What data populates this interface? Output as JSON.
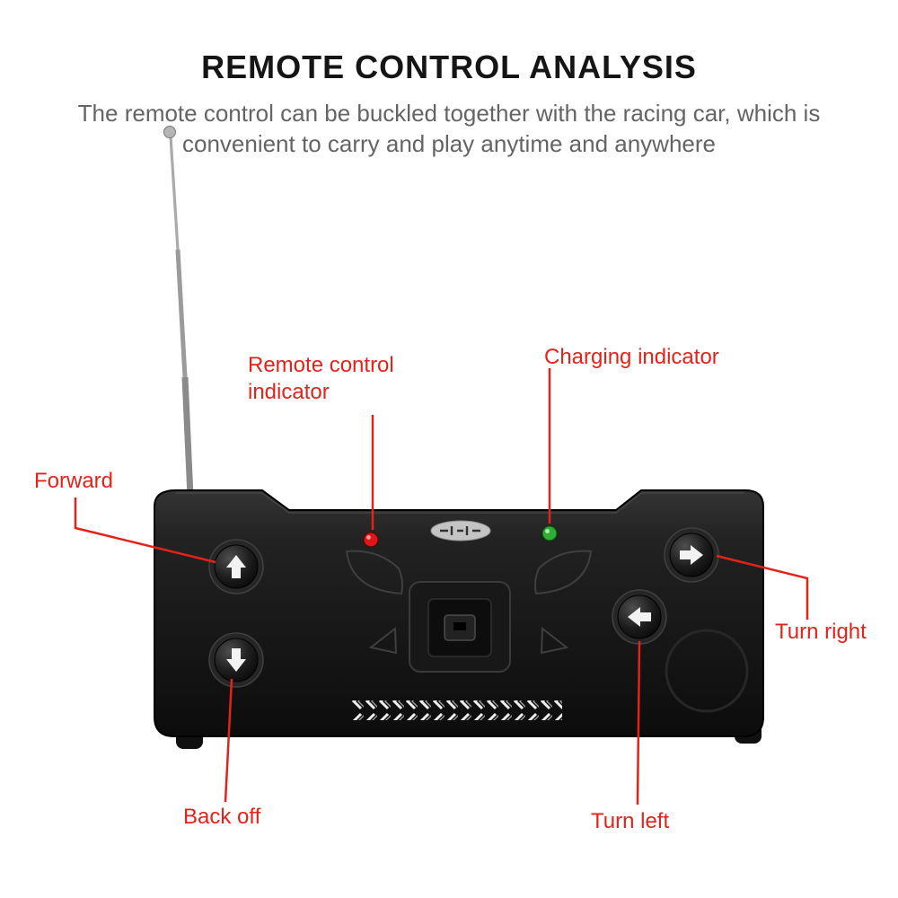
{
  "page": {
    "title": "REMOTE CONTROL ANALYSIS",
    "subtitle": "The remote control can be buckled together with the racing car, which is convenient to carry and play anytime and anywhere"
  },
  "annotations": {
    "remote_indicator": "Remote control indicator",
    "charging_indicator": "Charging indicator",
    "forward": "Forward",
    "turn_right": "Turn right",
    "back_off": "Back off",
    "turn_left": "Turn left"
  },
  "colors": {
    "annotation_red": "#e2231a",
    "led_red": "#e01515",
    "led_green": "#2fae35",
    "body_black": "#161616"
  },
  "device": {
    "buttons": [
      {
        "name": "forward",
        "glyph": "up-arrow"
      },
      {
        "name": "back-off",
        "glyph": "down-arrow"
      },
      {
        "name": "turn-right",
        "glyph": "right-arrow"
      },
      {
        "name": "turn-left",
        "glyph": "left-arrow"
      }
    ],
    "indicators": [
      {
        "name": "remote-control-indicator",
        "color": "red"
      },
      {
        "name": "charging-indicator",
        "color": "green"
      }
    ],
    "has_antenna": true
  }
}
